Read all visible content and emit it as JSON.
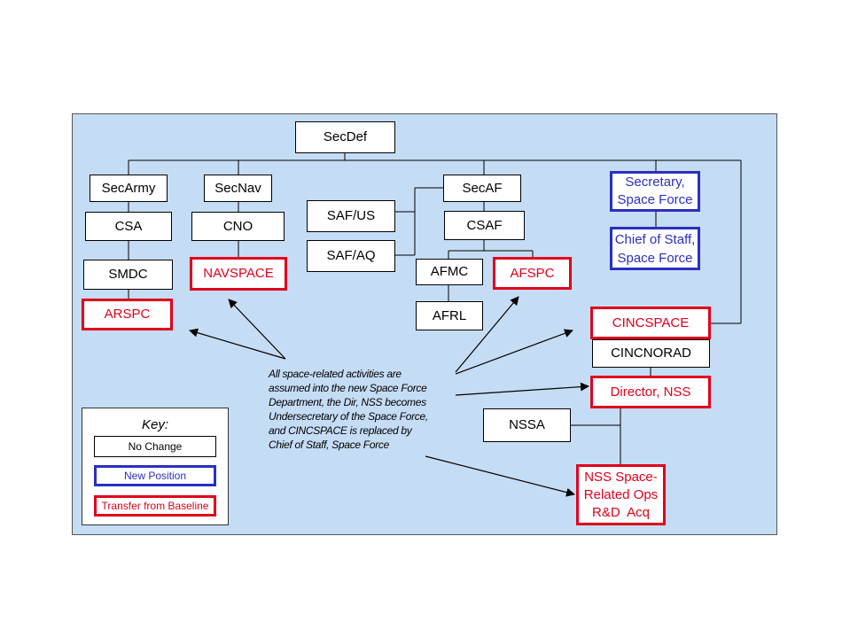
{
  "colors": {
    "background": "#c5dcf5",
    "transfer": "#e0001c",
    "new_position": "#2b2fc0"
  },
  "nodes": {
    "secdef": "SecDef",
    "secarmy": "SecArmy",
    "secnav": "SecNav",
    "csa": "CSA",
    "cno": "CNO",
    "smdc": "SMDC",
    "navspace": "NAVSPACE",
    "arspc": "ARSPC",
    "saf_us": "SAF/US",
    "saf_aq": "SAF/AQ",
    "secaf": "SecAF",
    "csaf": "CSAF",
    "afmc": "AFMC",
    "afspc": "AFSPC",
    "afrl": "AFRL",
    "secretary_sf_1": "Secretary,",
    "secretary_sf_2": "Space Force",
    "cos_sf_1": "Chief of Staff,",
    "cos_sf_2": "Space Force",
    "cincspace": "CINCSPACE",
    "cincnorad": "CINCNORAD",
    "director_nss": "Director, NSS",
    "nssa": "NSSA",
    "nss_ops_1": "NSS Space-",
    "nss_ops_2": "Related Ops",
    "nss_ops_3": "R&D  Acq"
  },
  "note": {
    "line1": "All space-related activities are",
    "line2": "assumed into the new Space Force",
    "line3": "Department, the Dir, NSS becomes",
    "line4": "Undersecretary of the Space Force,",
    "line5": "and CINCSPACE is replaced by",
    "line6": "Chief of Staff, Space Force"
  },
  "key": {
    "title": "Key:",
    "no_change": "No Change",
    "new_position": "New Position",
    "transfer": "Transfer from Baseline"
  }
}
